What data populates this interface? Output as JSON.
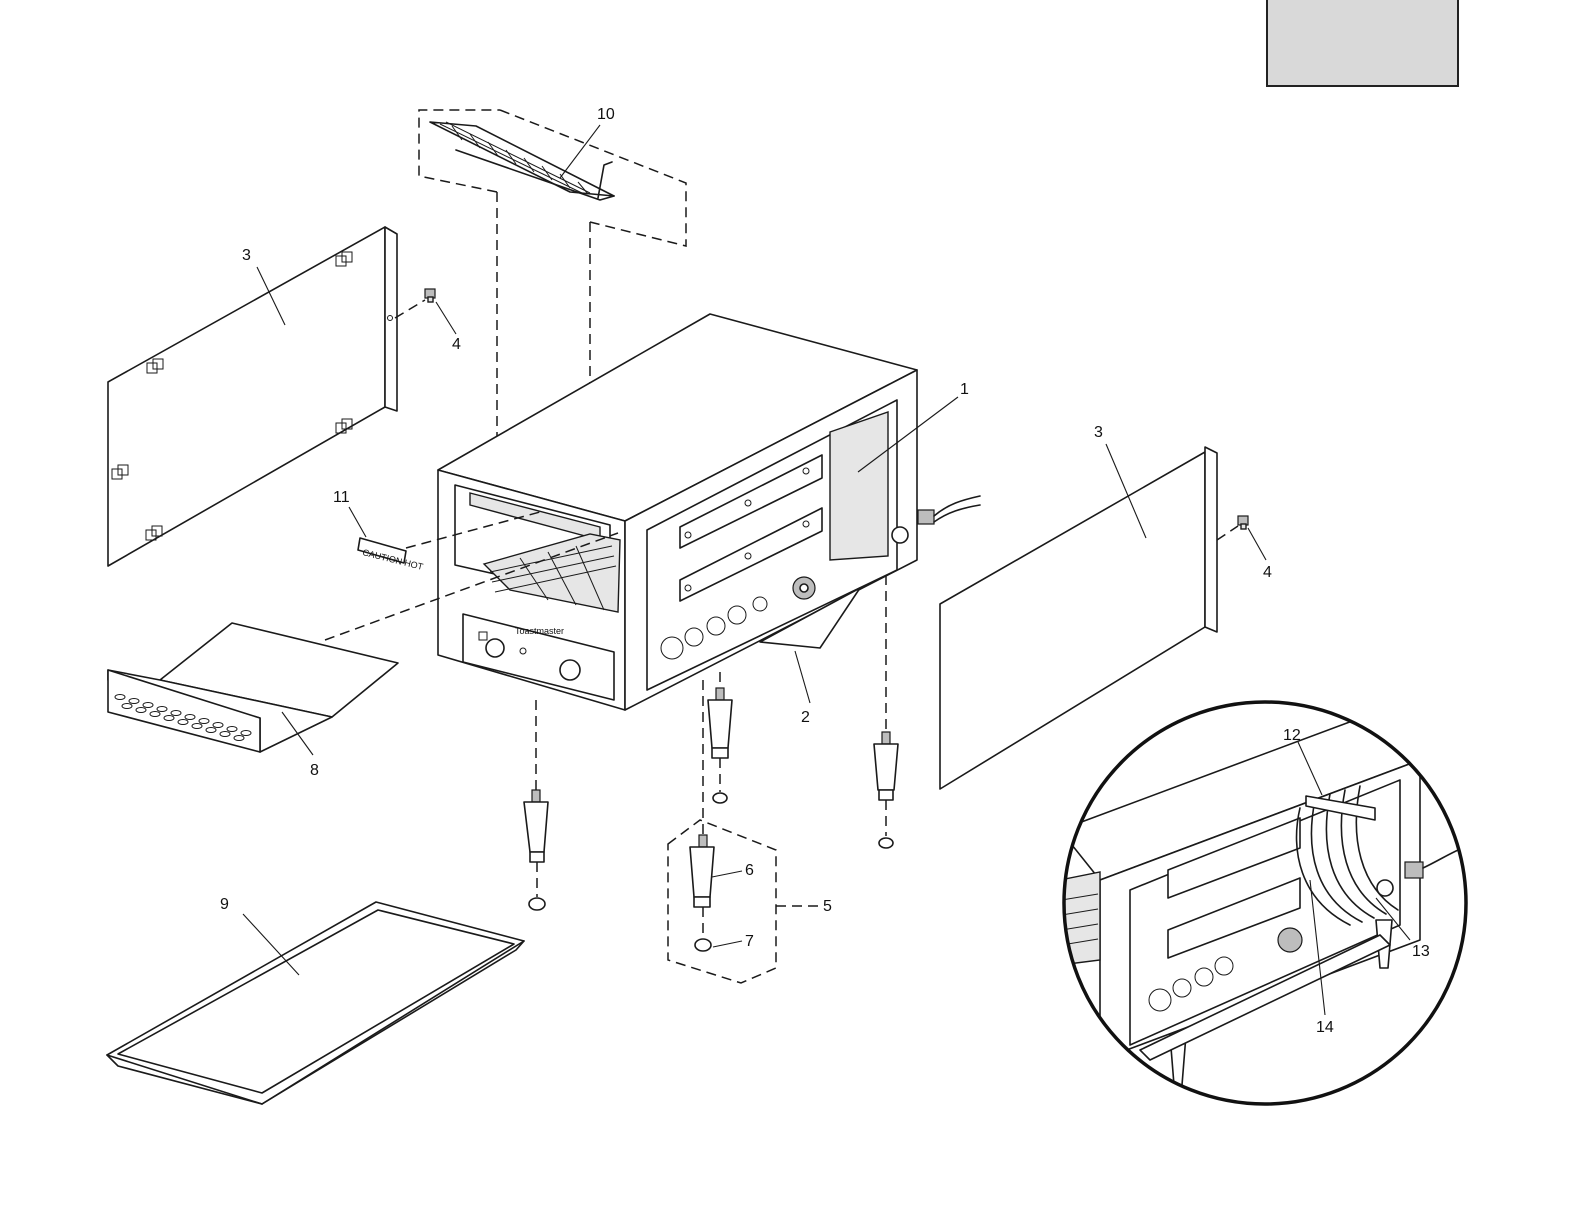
{
  "corner_box": {
    "label": ""
  },
  "callouts": {
    "c1": "1",
    "c2": "2",
    "c3a": "3",
    "c3b": "3",
    "c4a": "4",
    "c4b": "4",
    "c5": "5",
    "c6": "6",
    "c7": "7",
    "c8": "8",
    "c9": "9",
    "c10": "10",
    "c11": "11",
    "c12": "12",
    "c13": "13",
    "c14": "14"
  },
  "labels": {
    "caution": "CAUTION HOT",
    "brand": "Toastmaster"
  }
}
